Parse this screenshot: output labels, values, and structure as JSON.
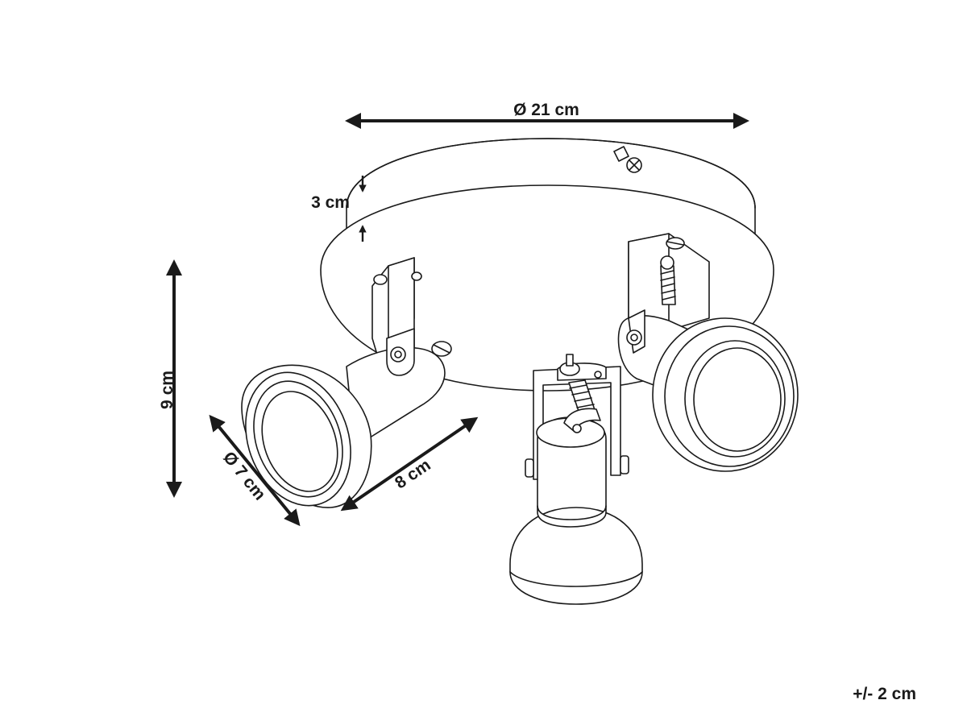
{
  "dimensions": {
    "base_diameter": "Ø 21 cm",
    "base_height": "3 cm",
    "total_height": "9 cm",
    "shade_diameter": "Ø 7 cm",
    "shade_length": "8 cm"
  },
  "tolerance": "+/- 2 cm",
  "icons": {
    "arrowhead": "arrowhead-icon",
    "screw": "screw-icon"
  },
  "colors": {
    "ink": "#1a1a1a",
    "paper": "#ffffff"
  }
}
